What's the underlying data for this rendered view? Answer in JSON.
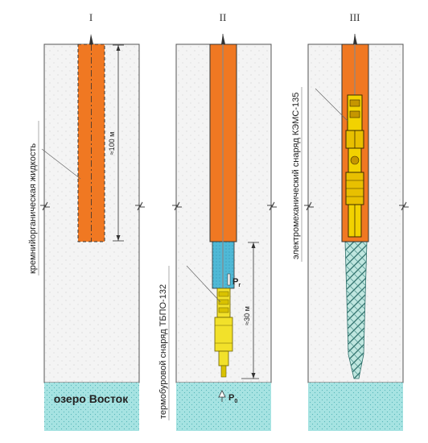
{
  "panels": [
    {
      "numeral": "I"
    },
    {
      "numeral": "II"
    },
    {
      "numeral": "III"
    }
  ],
  "labels": {
    "organosilicon_fluid": "кремнийорганическая жидкость",
    "depth_100": "≈100 м",
    "thermal_drill": "термобуровой снаряд ТБПО-132",
    "depth_30": "≈30 м",
    "pressure_r": "P",
    "pressure_r_sub": "г",
    "pressure_0": "P",
    "pressure_0_sub": "0",
    "electromech_drill": "электромеханический снаряд КЭМС-135",
    "lake": "озеро Восток"
  },
  "colors": {
    "ice": "#f4f4f4",
    "fluid": "#f07822",
    "water": "#9fe0e0",
    "drill": "#f2e12a",
    "frozen_water": "#bfe8e0"
  }
}
